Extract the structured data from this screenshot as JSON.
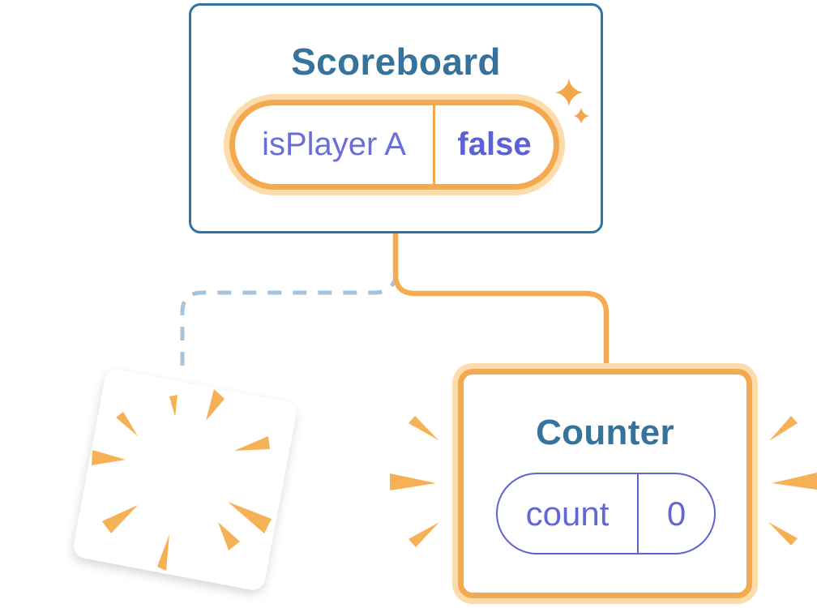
{
  "tree": {
    "scoreboard": {
      "title": "Scoreboard",
      "state_pill": {
        "name": "isPlayer A",
        "value": "false"
      }
    },
    "counter": {
      "title": "Counter",
      "state_pill": {
        "name": "count",
        "value": "0"
      }
    }
  },
  "icons": {
    "sparkles": "sparkle-icon",
    "poof_burst": "poof-burst-icon",
    "emphasis_left": "emphasis-rays-left-icon",
    "emphasis_right": "emphasis-rays-right-icon"
  },
  "colors": {
    "background": "#ffffff",
    "scoreboard_border_blue": "#2e73a4",
    "title_blue": "#36739c",
    "state_orange": "#f5a94f",
    "state_orange_halo": "#fcdcaa",
    "connector_orange": "#f5ab52",
    "removed_connector_dash_blue": "#a5c3db",
    "state_name_purple": "#6a6fd8",
    "state_value_purple": "#5c61d6",
    "counter_pill_border_purple": "#5d63cf",
    "ray_orange": "#f6b056"
  }
}
